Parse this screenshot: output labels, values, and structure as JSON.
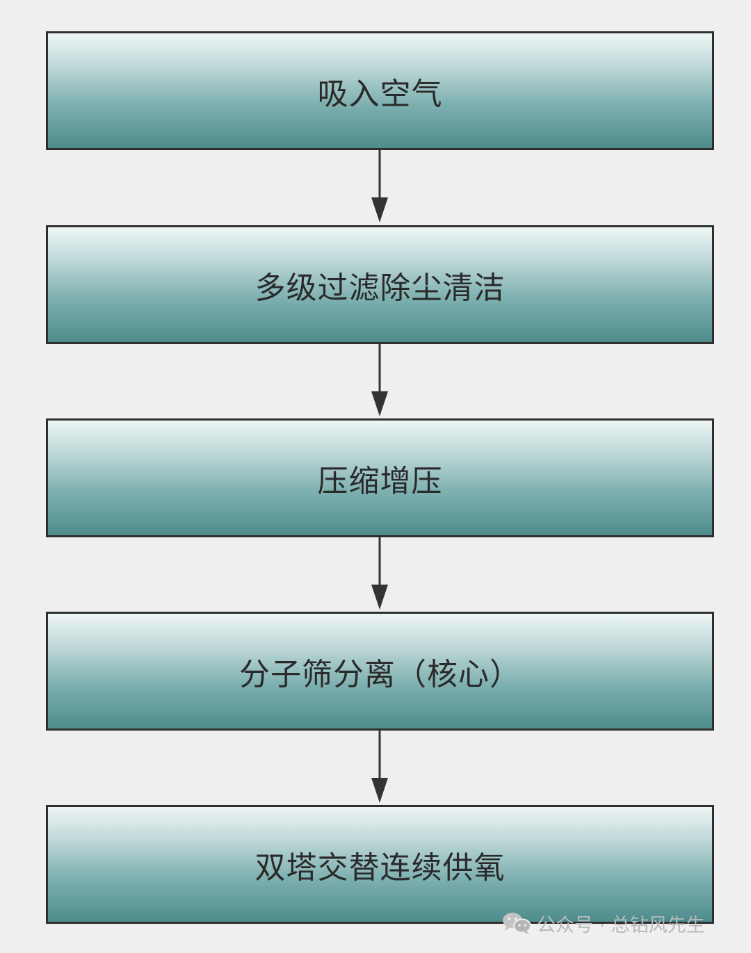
{
  "steps": [
    {
      "label": "吸入空气"
    },
    {
      "label": "多级过滤除尘清洁"
    },
    {
      "label": "压缩增压"
    },
    {
      "label": "分子筛分离（核心）"
    },
    {
      "label": "双塔交替连续供氧"
    }
  ],
  "watermark": {
    "text": "公众号 · 总钻风先生",
    "icon": "wechat-icon"
  },
  "colors": {
    "background": "#efefef",
    "box_top": "#eef5f5",
    "box_bottom": "#4e8c8c",
    "border": "#2f2f2f",
    "text": "#2a2a2a"
  }
}
